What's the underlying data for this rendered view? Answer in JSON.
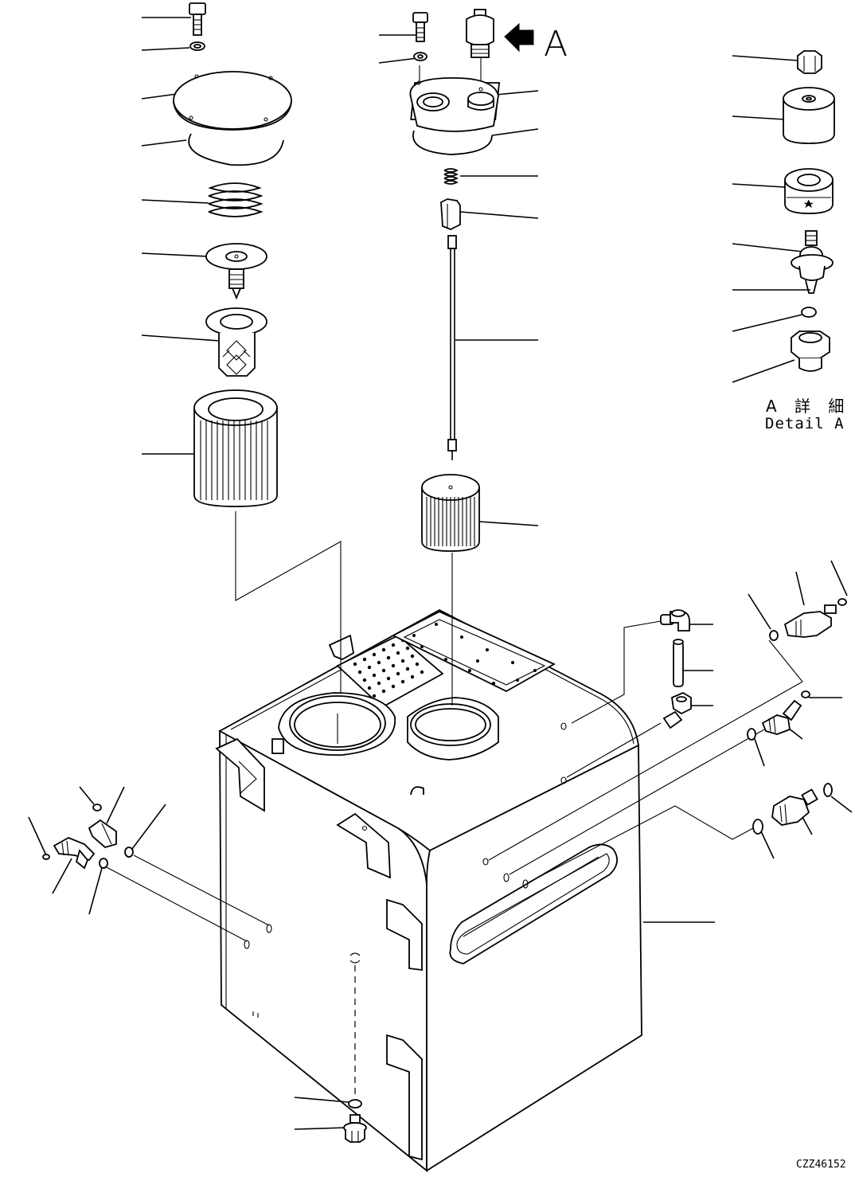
{
  "view_label": "A",
  "detail": {
    "jp": "A 詳 細",
    "en": "Detail A"
  },
  "drawing_code": "CZZ46152"
}
